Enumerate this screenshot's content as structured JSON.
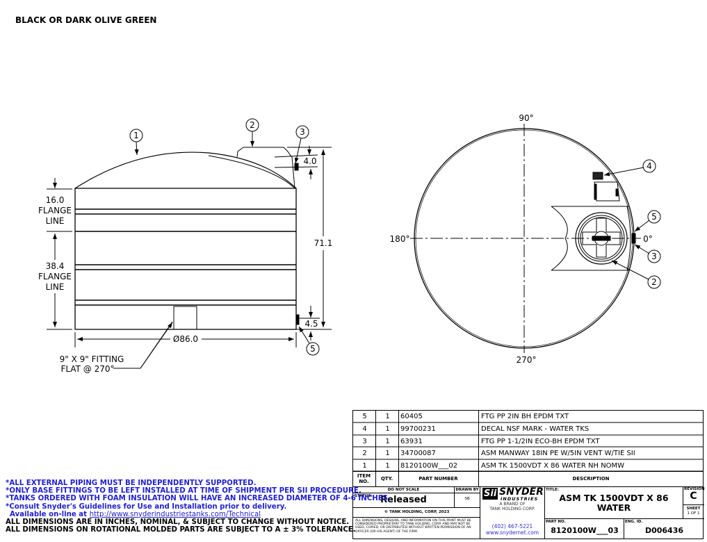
{
  "header": {
    "color_note": "BLACK OR DARK OLIVE GREEN"
  },
  "side_view": {
    "balloons": [
      "1",
      "2",
      "3",
      "5"
    ],
    "dims": {
      "flange_top_value": "16.0",
      "flange_top_l1": "FLANGE",
      "flange_top_l2": "LINE",
      "flange_bottom_value": "38.4",
      "flange_bottom_l1": "FLANGE",
      "flange_bottom_l2": "LINE",
      "overall_height": "71.1",
      "top_fitting": "4.0",
      "bottom_fitting": "4.5",
      "diameter": "Ø86.0"
    },
    "fitting_note_l1": "9\" X 9\" FITTING",
    "fitting_note_l2": "FLAT @ 270°"
  },
  "top_view": {
    "angles": {
      "top": "90°",
      "bottom": "270°",
      "left": "180°",
      "right": "0°"
    },
    "balloons": [
      "4",
      "5",
      "3",
      "2"
    ]
  },
  "bom": {
    "headers": {
      "item": "ITEM NO.",
      "qty": "QTY.",
      "part": "PART NUMBER",
      "desc": "DESCRIPTION"
    },
    "rows": [
      {
        "item": "5",
        "qty": "1",
        "part": "60405",
        "desc": "FTG PP 2IN BH EPDM TXT"
      },
      {
        "item": "4",
        "qty": "1",
        "part": "99700231",
        "desc": "DECAL NSF MARK - WATER TKS"
      },
      {
        "item": "3",
        "qty": "1",
        "part": "63931",
        "desc": "FTG PP 1-1/2IN ECO-BH EPDM TXT"
      },
      {
        "item": "2",
        "qty": "1",
        "part": "34700087",
        "desc": "ASM MANWAY 18IN PE W/5IN VENT W/TIE SII"
      },
      {
        "item": "1",
        "qty": "1",
        "part": "8120100W___02",
        "desc": "ASM TK 1500VDT X 86 WATER NH NOMW"
      }
    ]
  },
  "title_block": {
    "do_not_scale": "DO NOT SCALE",
    "drawn_by_label": "DRAWN BY",
    "drawn_by": "SB",
    "status_label": "STATUS:",
    "status": "Released",
    "copyright": "© TANK HOLDING, CORP, 2023",
    "disclaimer": "ALL DIMENSIONS, DESIGNS, AND INFORMATION ON THIS PRINT MUST BE CONSIDERED PROPRIETARY TO TANK HOLDING, CORP. AND MAY NOT BE USED, COPIED, OR DISTRIBUTED WITHOUT WRITTEN PERMISSION OF AN OFFICER (OR HIS AGENT) OF THE FIRM.",
    "logo_sii": "Sii",
    "logo_snyder": "SNYDER",
    "logo_industries": "INDUSTRIES",
    "brand_l1": "A BRAND OF",
    "brand_l2": "TANK HOLDING CORP.",
    "phone": "(402) 467-5221",
    "website": "www.snydernet.com",
    "title_label": "TITLE:",
    "title_l1": "ASM TK 1500VDT X 86",
    "title_l2": "WATER",
    "revision_label": "REVISION",
    "revision": "C",
    "sheet_label": "SHEET",
    "sheet": "1 OF 1",
    "part_no_label": "PART NO.",
    "part_no": "8120100W___03",
    "eng_id_label": "ENG. ID.",
    "eng_id": "D006436"
  },
  "notes": {
    "blue": [
      "*ALL EXTERNAL PIPING MUST BE INDEPENDENTLY SUPPORTED.",
      "*ONLY BASE FITTINGS TO BE LEFT INSTALLED AT TIME OF SHIPMENT PER SII PROCEDURE.",
      "*TANKS ORDERED WITH FOAM INSULATION WILL HAVE AN INCREASED DIAMETER OF 4-6 INCHES.",
      "*Consult Snyder's Guidelines for Use and Installation prior to delivery."
    ],
    "available_prefix": "Available on-line at",
    "link": "http://www.snyderindustriestanks.com/Technical",
    "black": [
      "ALL DIMENSIONS ARE IN INCHES, NOMINAL, & SUBJECT TO CHANGE WITHOUT NOTICE.",
      "ALL DIMENSIONS ON ROTATIONAL MOLDED PARTS ARE SUBJECT TO A ± 3% TOLERANCE."
    ]
  }
}
